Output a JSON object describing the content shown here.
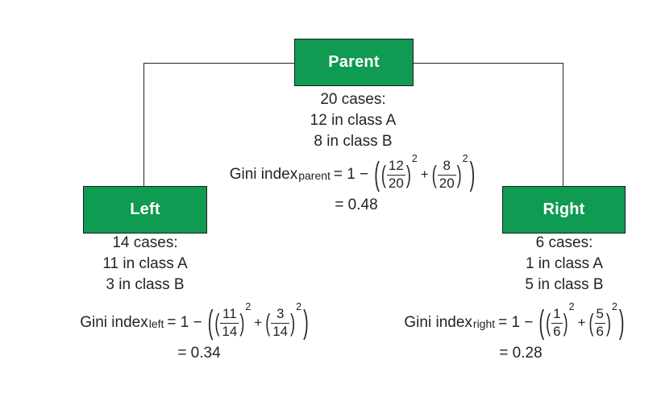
{
  "symbols": {
    "open_paren": "(",
    "close_paren": ")",
    "plus": "+"
  },
  "colors": {
    "node_fill": "#0f9b51",
    "node_border": "#1c1c1c",
    "node_text": "#ffffff",
    "text": "#262223",
    "line": "#262223",
    "background": "#ffffff"
  },
  "nodes": {
    "parent": {
      "label": "Parent",
      "info": [
        "20 cases:",
        "12 in class A",
        "8 in class B"
      ],
      "formula": {
        "name": "Gini index",
        "sub": "parent",
        "eq": "= 1 −",
        "term1": {
          "num": "12",
          "den": "20",
          "exp": "2"
        },
        "term2": {
          "num": "8",
          "den": "20",
          "exp": "2"
        },
        "result": "= 0.48"
      }
    },
    "left": {
      "label": "Left",
      "info": [
        "14 cases:",
        "11 in class A",
        "3 in class B"
      ],
      "formula": {
        "name": "Gini index",
        "sub": "left",
        "eq": "= 1 −",
        "term1": {
          "num": "11",
          "den": "14",
          "exp": "2"
        },
        "term2": {
          "num": "3",
          "den": "14",
          "exp": "2"
        },
        "result": "= 0.34"
      }
    },
    "right": {
      "label": "Right",
      "info": [
        "6 cases:",
        "1 in class A",
        "5 in class B"
      ],
      "formula": {
        "name": "Gini index",
        "sub": "right",
        "eq": "= 1 −",
        "term1": {
          "num": "1",
          "den": "6",
          "exp": "2"
        },
        "term2": {
          "num": "5",
          "den": "6",
          "exp": "2"
        },
        "result": "= 0.28"
      }
    }
  }
}
